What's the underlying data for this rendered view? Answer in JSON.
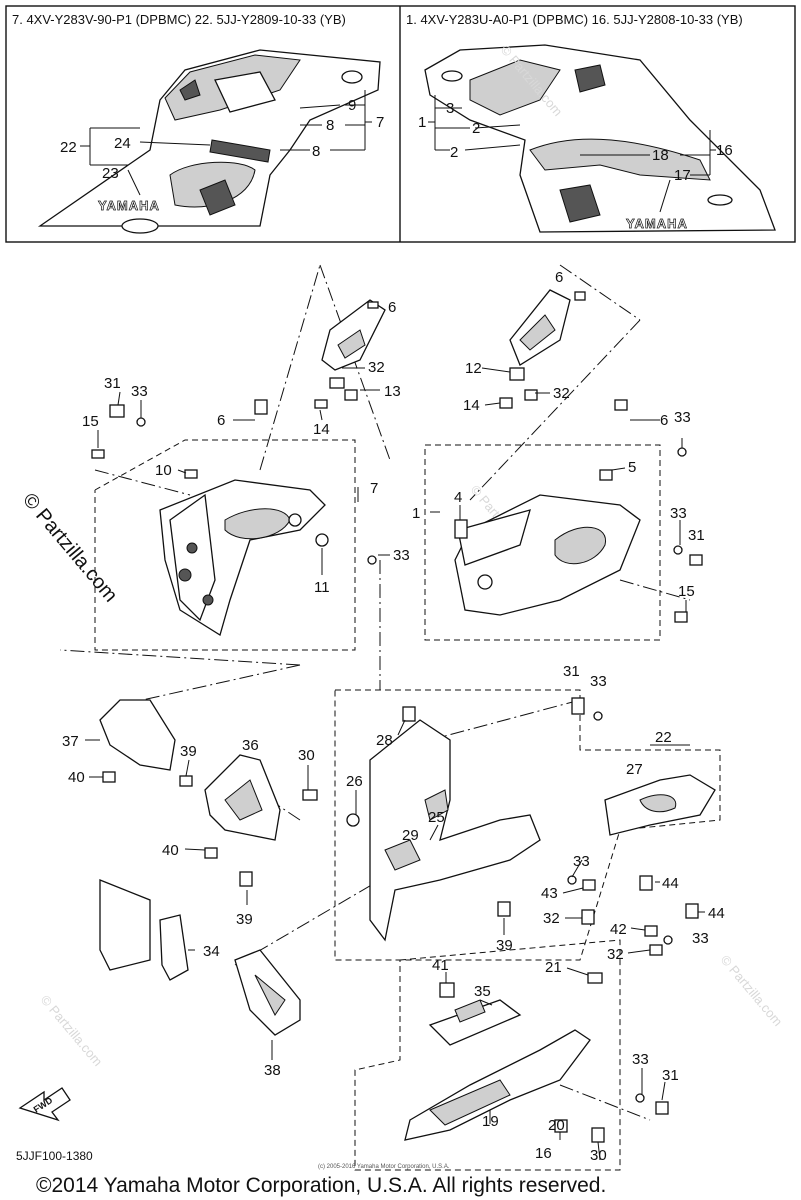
{
  "header": {
    "left_title": "7. 4XV-Y283V-90-P1 (DPBMC)  22. 5JJ-Y2809-10-33 (YB)",
    "right_title": "1. 4XV-Y283U-A0-P1 (DPBMC)  16. 5JJ-Y2808-10-33 (YB)",
    "left_callouts": [
      "22",
      "24",
      "23",
      "9",
      "8",
      "7",
      "8"
    ],
    "right_callouts": [
      "1",
      "3",
      "2",
      "2",
      "18",
      "16",
      "17"
    ],
    "brand_left": "YAMAHA",
    "brand_right": "YAMAHA"
  },
  "callouts": [
    "6",
    "32",
    "13",
    "14",
    "31",
    "33",
    "15",
    "6",
    "10",
    "7",
    "11",
    "33",
    "6",
    "12",
    "32",
    "14",
    "6",
    "33",
    "5",
    "4",
    "1",
    "33",
    "31",
    "15",
    "31",
    "33",
    "22",
    "37",
    "39",
    "40",
    "36",
    "40",
    "39",
    "30",
    "28",
    "26",
    "25",
    "29",
    "27",
    "33",
    "43",
    "32",
    "44",
    "42",
    "44",
    "32",
    "33",
    "39",
    "34",
    "21",
    "41",
    "35",
    "38",
    "33",
    "31",
    "19",
    "20",
    "30",
    "16"
  ],
  "watermark": {
    "side": "© Partzilla.com",
    "repeat": "© Partzilla.com"
  },
  "fwd_label": "FWD",
  "diagram_code": "5JJF100-1380",
  "fine_print": "(c) 2005-2016 Yamaha Motor Corporation, U.S.A.",
  "footer": "©2014 Yamaha Motor Corporation, U.S.A. All rights reserved."
}
